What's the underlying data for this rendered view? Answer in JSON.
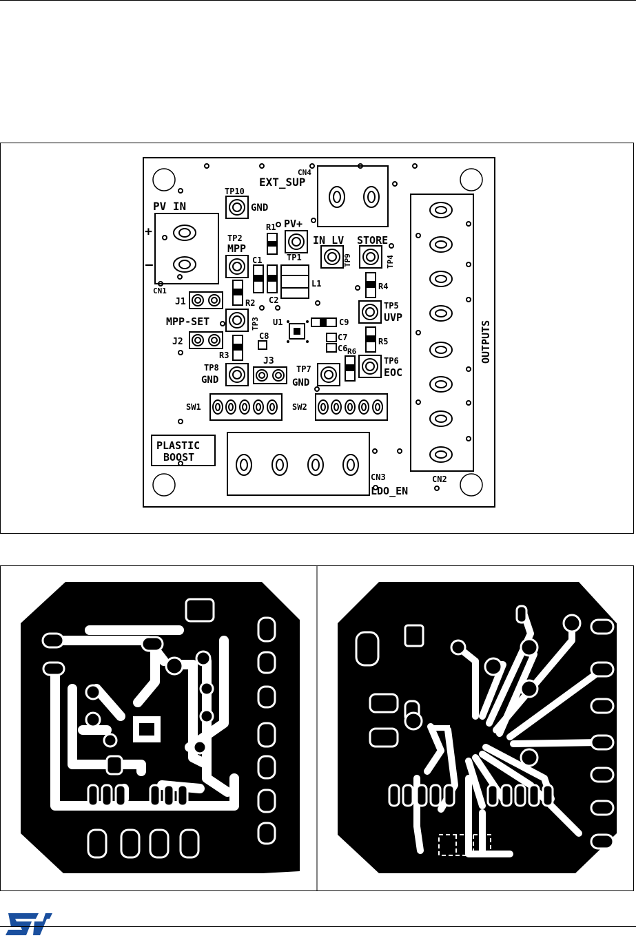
{
  "colors": {
    "ink": "#000000",
    "paper": "#ffffff",
    "logo": "#1a4f9e"
  },
  "silkscreen": {
    "pv_in": "PV IN",
    "plus": "+",
    "minus": "–",
    "cn1": "CN1",
    "cn2": "CN2",
    "cn3": "CN3",
    "cn4": "CN4",
    "ext_sup": "EXT_SUP",
    "tp10": "TP10",
    "gnd": "GND",
    "r1": "R1",
    "pv_plus": "PV+",
    "tp1": "TP1",
    "tp2": "TP2",
    "mpp": "MPP",
    "c1": "C1",
    "c2": "C2",
    "l1": "L1",
    "in_lv": "IN_LV",
    "tp9": "TP9",
    "store": "STORE",
    "tp4": "TP4",
    "r4": "R4",
    "j1": "J1",
    "r2": "R2",
    "mpp_set": "MPP-SET",
    "tp3": "TP3",
    "u1": "U1",
    "c9": "C9",
    "tp5": "TP5",
    "uvp": "UVP",
    "outputs": "OUTPUTS",
    "j2": "J2",
    "c8": "C8",
    "c7": "C7",
    "c6": "C6",
    "r5": "R5",
    "r3": "R3",
    "j3": "J3",
    "r6": "R6",
    "tp6": "TP6",
    "eoc": "EOC",
    "tp8": "TP8",
    "tp7": "TP7",
    "sw1": "SW1",
    "sw2": "SW2",
    "plastic": "PLASTIC",
    "boost": "BOOST",
    "ldo_en": "LDO_EN"
  },
  "logo": {
    "text": "ST"
  }
}
